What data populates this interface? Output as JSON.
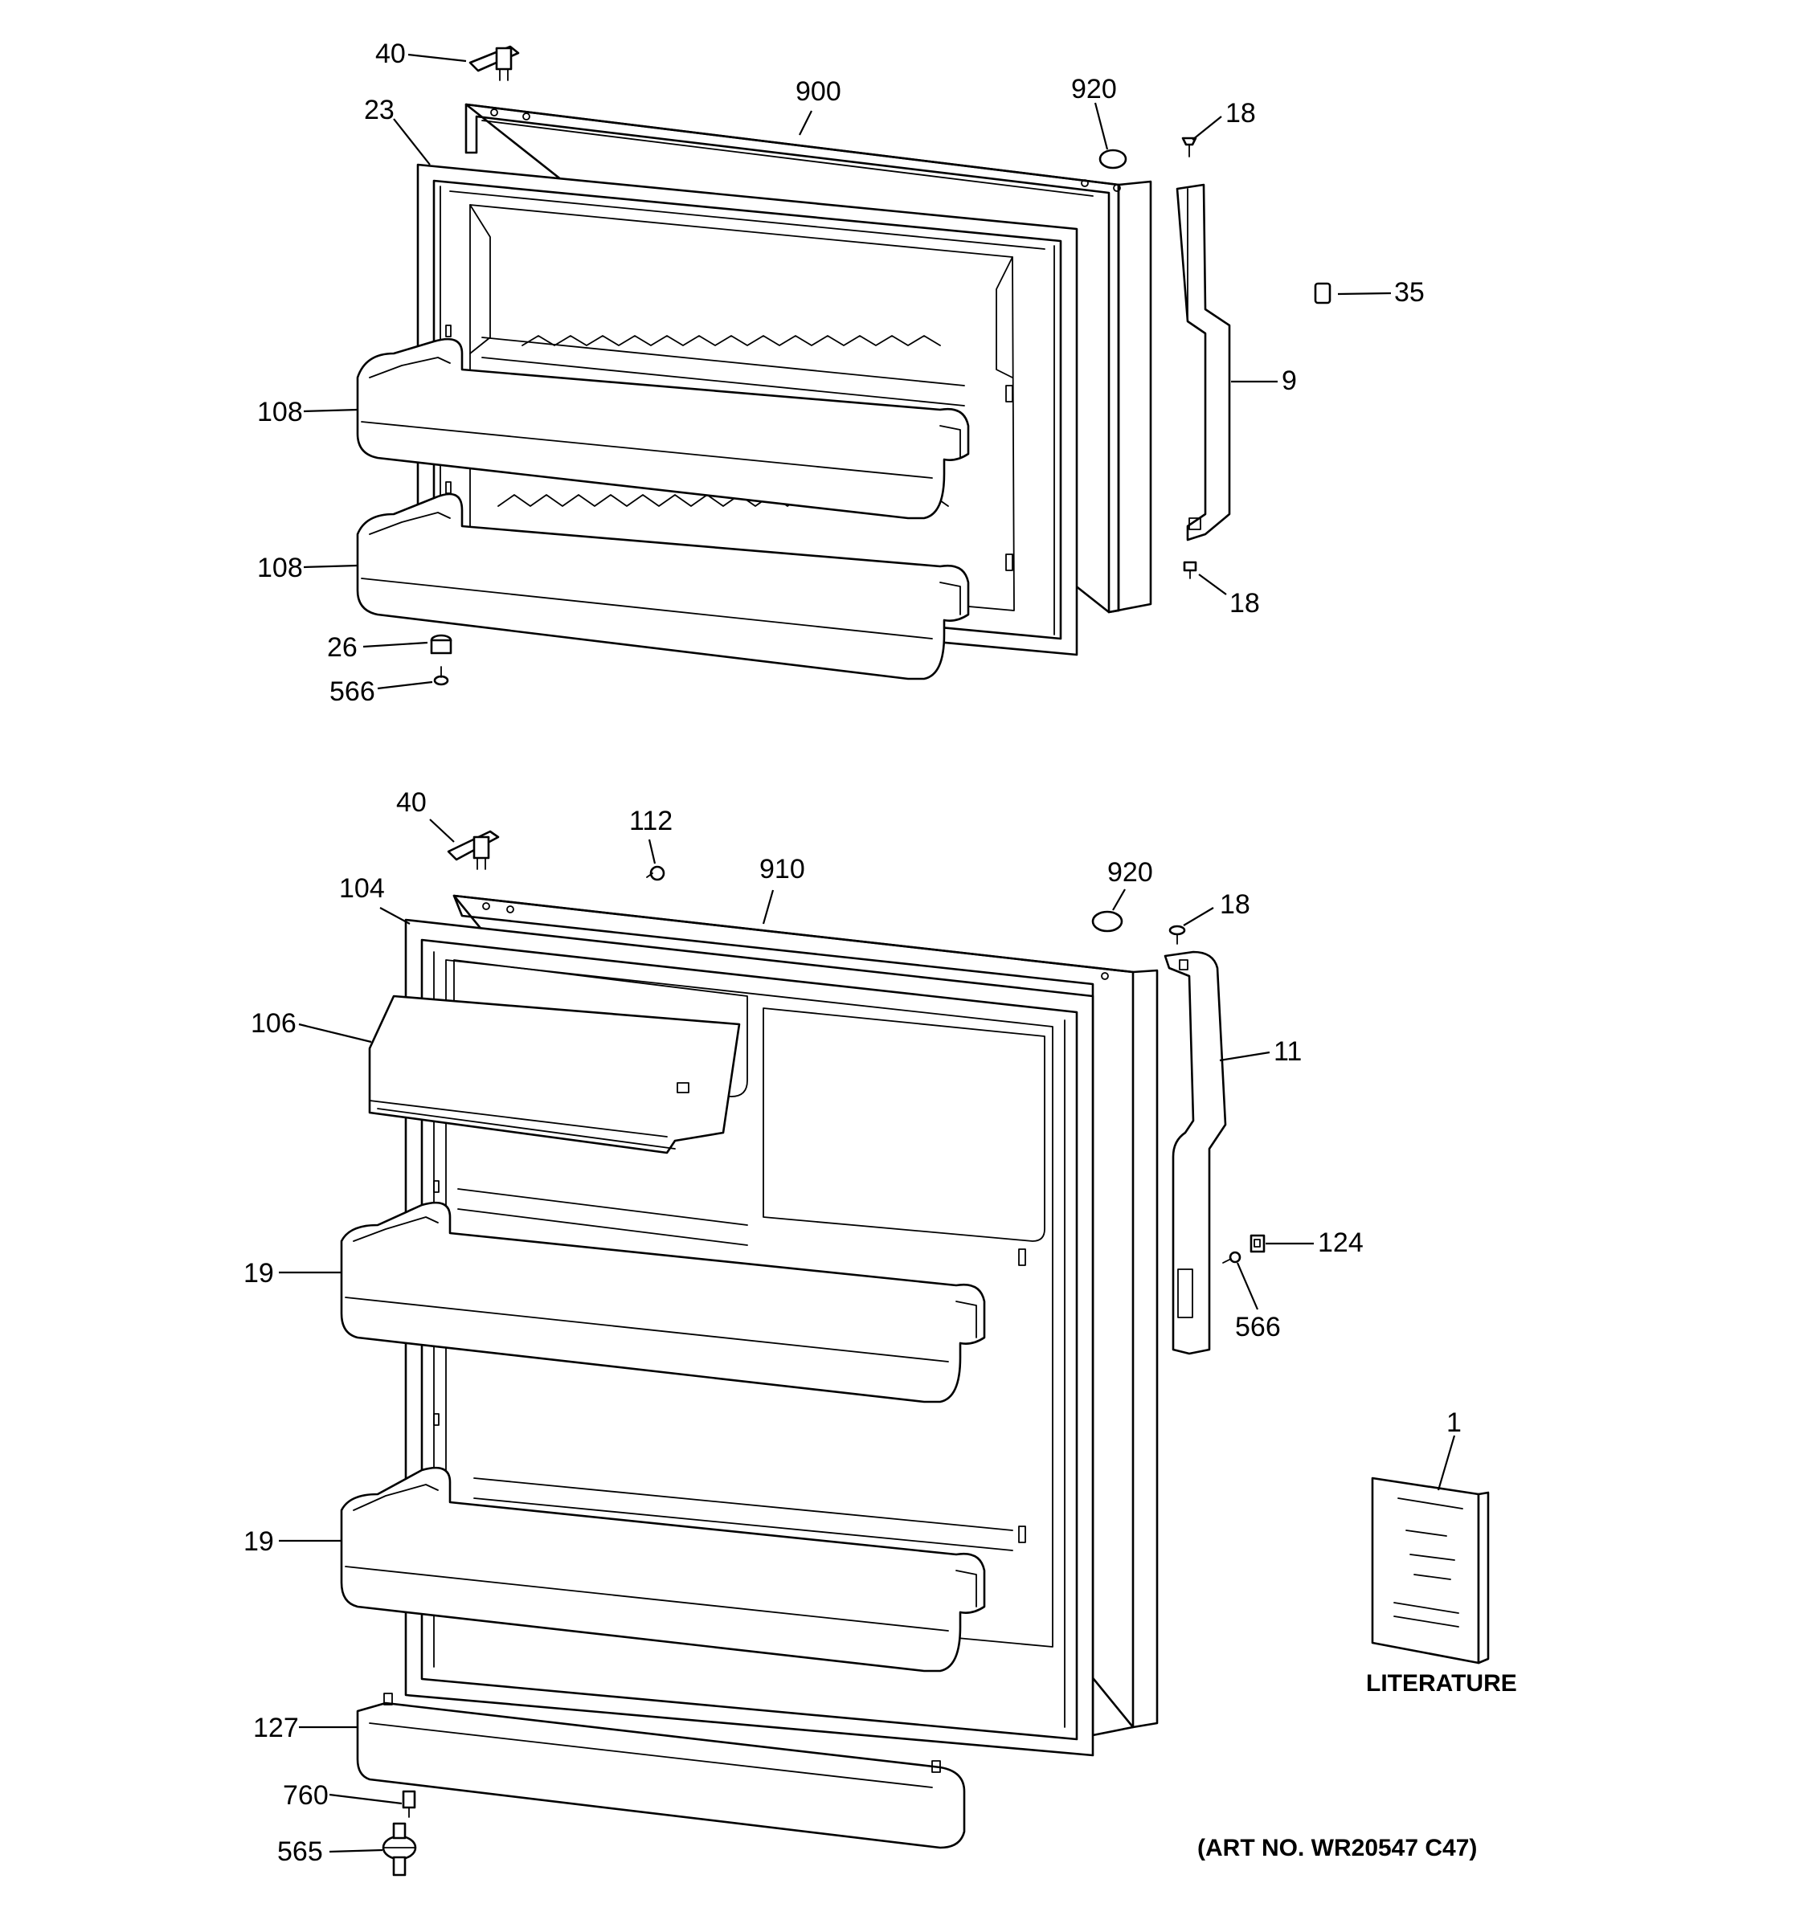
{
  "diagram": {
    "callouts": {
      "top_40": "40",
      "top_23": "23",
      "top_900": "900",
      "top_920": "920",
      "top_18a": "18",
      "top_35": "35",
      "top_9": "9",
      "top_108a": "108",
      "top_108b": "108",
      "top_18b": "18",
      "top_26": "26",
      "top_566": "566",
      "bot_40": "40",
      "bot_112": "112",
      "bot_910": "910",
      "bot_920": "920",
      "bot_104": "104",
      "bot_18": "18",
      "bot_106": "106",
      "bot_11": "11",
      "bot_19a": "19",
      "bot_19b": "19",
      "bot_124": "124",
      "bot_566": "566",
      "bot_1": "1",
      "bot_127": "127",
      "bot_760": "760",
      "bot_565": "565"
    },
    "literature_label": "LITERATURE",
    "art_number": "(ART NO. WR20547 C47)"
  }
}
